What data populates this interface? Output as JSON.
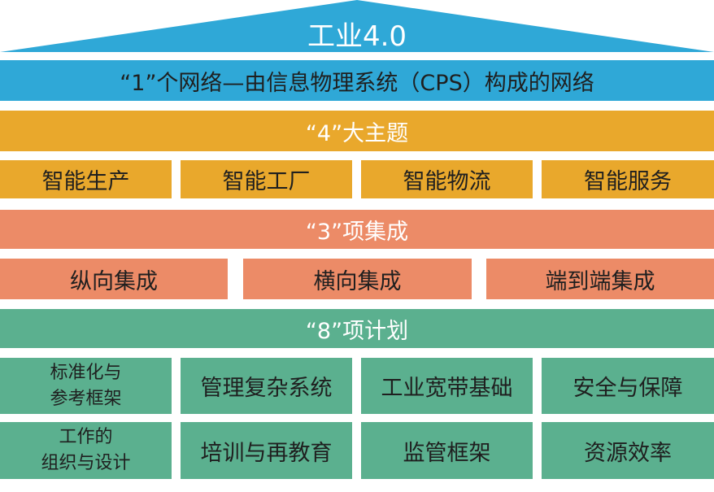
{
  "roof_title": "工业4.0",
  "network_band": "“1”个网络—由信息物理系统（CPS）构成的网络",
  "themes": {
    "heading": "“4”大主题",
    "items": [
      "智能生产",
      "智能工厂",
      "智能物流",
      "智能服务"
    ]
  },
  "integrations": {
    "heading": "“3”项集成",
    "items": [
      "纵向集成",
      "横向集成",
      "端到端集成"
    ]
  },
  "plans": {
    "heading": "“8”项计划",
    "row1": [
      {
        "line1": "标准化与",
        "line2": "参考框架"
      },
      {
        "label": "管理复杂系统"
      },
      {
        "label": "工业宽带基础"
      },
      {
        "label": "安全与保障"
      }
    ],
    "row2": [
      {
        "line1": "工作的",
        "line2": "组织与设计"
      },
      {
        "label": "培训与再教育"
      },
      {
        "label": "监管框架"
      },
      {
        "label": "资源效率"
      }
    ]
  },
  "colors": {
    "blue": "#2fa8d7",
    "gold": "#e9a82c",
    "salmon": "#ec8b67",
    "green": "#5bb08f"
  }
}
